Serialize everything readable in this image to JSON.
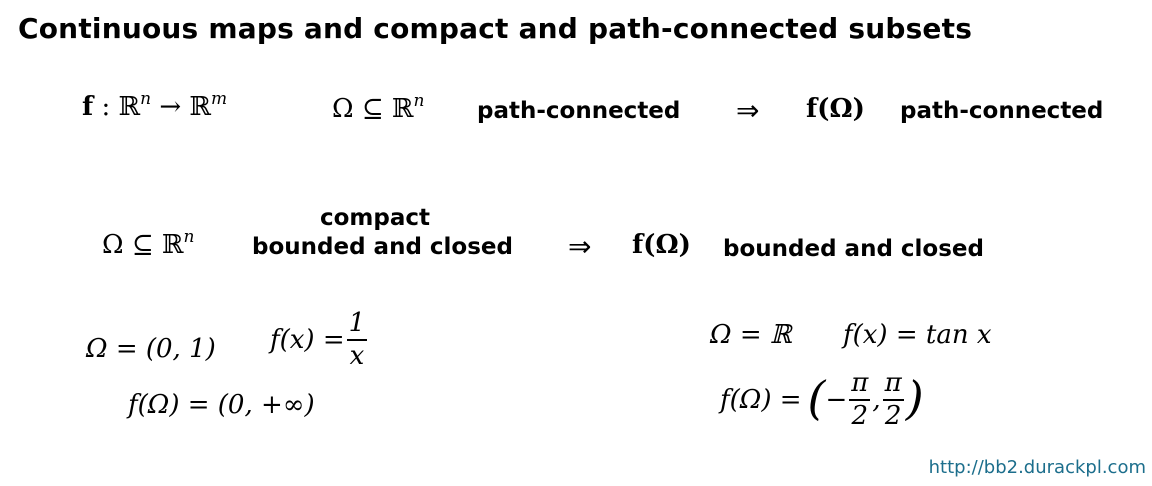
{
  "title": "Continuous maps and compact and path-connected subsets",
  "row1": {
    "map": {
      "f": "f",
      "colon": ":",
      "domain_base": "ℝ",
      "domain_exp": "n",
      "arrow": "→",
      "codomain_base": "ℝ",
      "codomain_exp": "m"
    },
    "subset": {
      "omega": "Ω",
      "sub": "⊆",
      "base": "ℝ",
      "exp": "n"
    },
    "property": "path-connected",
    "implies": "⇒",
    "image": "f(Ω)",
    "result": "path-connected"
  },
  "row2": {
    "subset": {
      "omega": "Ω",
      "sub": "⊆",
      "base": "ℝ",
      "exp": "n"
    },
    "property_line1": "compact",
    "property_line2": "bounded and closed",
    "implies": "⇒",
    "image": "f(Ω)",
    "result": "bounded and closed"
  },
  "example1": {
    "domain": "Ω = (0, 1)",
    "func_lhs": "f(x) =",
    "func_num": "1",
    "func_den": "x",
    "image": "f(Ω) = (0, +∞)"
  },
  "example2": {
    "domain": "Ω = ℝ",
    "func": "f(x) = tan x",
    "image_lhs": "f(Ω) =",
    "lparen": "(",
    "minus": "−",
    "num1": "π",
    "den1": "2",
    "comma": ",",
    "num2": "π",
    "den2": "2",
    "rparen": ")"
  },
  "footer": "http://bb2.durackpl.com"
}
